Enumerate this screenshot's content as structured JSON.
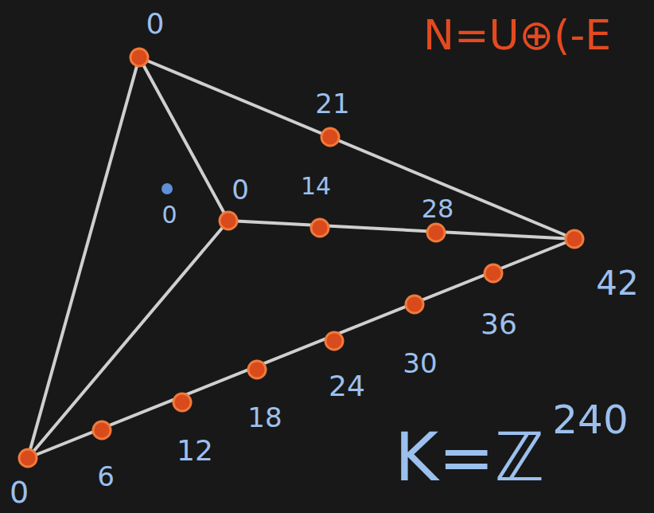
{
  "diagram": {
    "labels": [
      "N=U⊕(-E",
      "0",
      "21",
      "0",
      "0",
      "14",
      "28",
      "42",
      "36",
      "30",
      "24",
      "18",
      "12",
      "6",
      "0",
      "K=ℤ",
      "240"
    ]
  }
}
